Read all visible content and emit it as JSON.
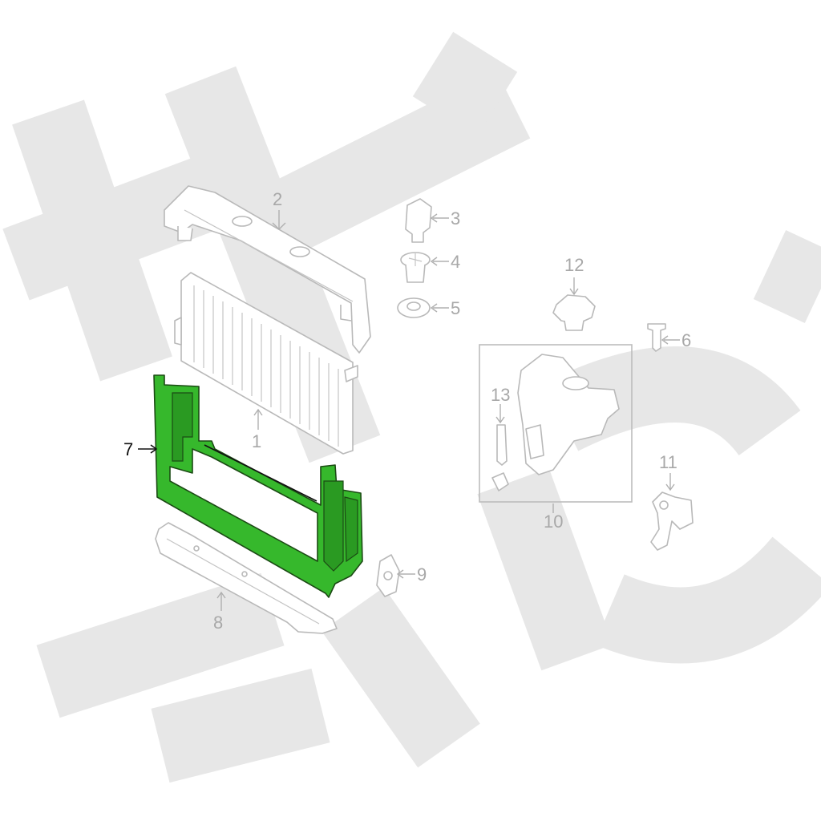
{
  "diagram": {
    "highlight_color": "#36b82c",
    "callouts": [
      {
        "id": "1",
        "label": "1",
        "highlighted": false
      },
      {
        "id": "2",
        "label": "2",
        "highlighted": false
      },
      {
        "id": "3",
        "label": "3",
        "highlighted": false
      },
      {
        "id": "4",
        "label": "4",
        "highlighted": false
      },
      {
        "id": "5",
        "label": "5",
        "highlighted": false
      },
      {
        "id": "6",
        "label": "6",
        "highlighted": false
      },
      {
        "id": "7",
        "label": "7",
        "highlighted": true
      },
      {
        "id": "8",
        "label": "8",
        "highlighted": false
      },
      {
        "id": "9",
        "label": "9",
        "highlighted": false
      },
      {
        "id": "10",
        "label": "10",
        "highlighted": false
      },
      {
        "id": "11",
        "label": "11",
        "highlighted": false
      },
      {
        "id": "12",
        "label": "12",
        "highlighted": false
      },
      {
        "id": "13",
        "label": "13",
        "highlighted": false
      }
    ]
  }
}
